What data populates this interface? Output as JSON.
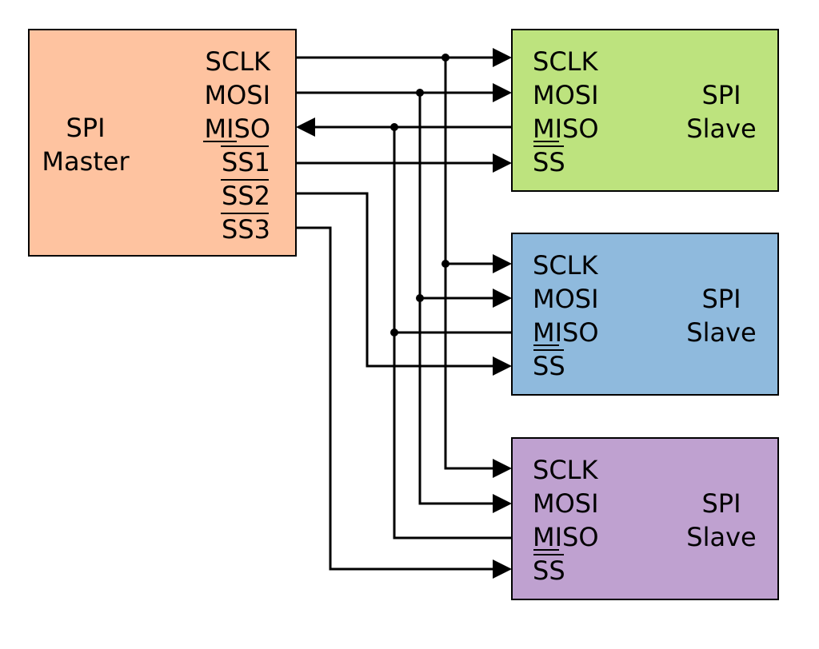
{
  "master": {
    "title_line1": "SPI",
    "title_line2": "Master",
    "color": "#fec3a0",
    "pins": [
      "SCLK",
      "MOSI",
      "MISO",
      "SS1",
      "SS2",
      "SS3"
    ]
  },
  "slaves": [
    {
      "title_line1": "SPI",
      "title_line2": "Slave",
      "color": "#bde37e",
      "pins": [
        "SCLK",
        "MOSI",
        "MISO",
        "SS"
      ]
    },
    {
      "title_line1": "SPI",
      "title_line2": "Slave",
      "color": "#8fbadd",
      "pins": [
        "SCLK",
        "MOSI",
        "MISO",
        "SS"
      ]
    },
    {
      "title_line1": "SPI",
      "title_line2": "Slave",
      "color": "#bfa1d0",
      "pins": [
        "SCLK",
        "MOSI",
        "MISO",
        "SS"
      ]
    }
  ]
}
